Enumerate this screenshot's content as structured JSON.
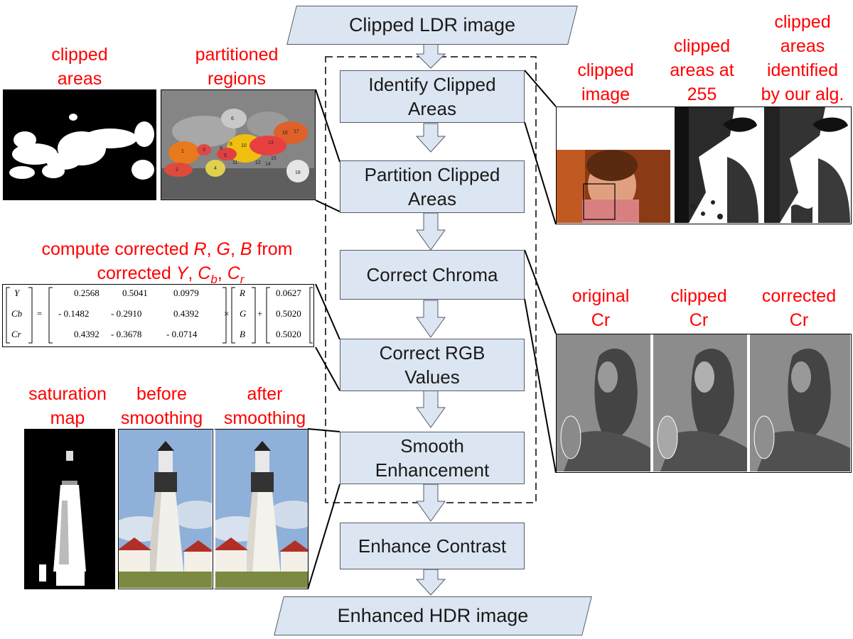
{
  "flow": {
    "input": "Clipped LDR image",
    "output": "Enhanced HDR image",
    "steps": [
      "Identify Clipped\nAreas",
      "Partition Clipped\nAreas",
      "Correct Chroma",
      "Correct RGB\nValues",
      "Smooth\nEnhancement",
      "Enhance Contrast"
    ]
  },
  "labels": {
    "clipped_areas": "clipped\nareas",
    "partitioned_regions": "partitioned\nregions",
    "clipped_image": "clipped\nimage",
    "clipped_at_255": "clipped\nareas at\n255",
    "identified": "clipped\nareas\nidentified\nby our alg.",
    "compute_prefix": "compute corrected ",
    "compute_R": "R",
    "compute_G": "G",
    "compute_B": "B",
    "compute_from": " from",
    "corrected_prefix": "corrected ",
    "Y": "Y",
    "C": "C",
    "b": "b",
    "r": "r",
    "comma": ", ",
    "original_cr": "original\nCr",
    "clipped_cr": "clipped\nCr",
    "corrected_cr": "corrected\nCr",
    "saturation_map": "saturation\nmap",
    "before_smoothing": "before\nsmoothing",
    "after_smoothing": "after\nsmoothing"
  },
  "equation": {
    "lhs": [
      "Y",
      "Cb",
      "Cr"
    ],
    "matrix": [
      [
        "0.2568",
        "0.5041",
        "0.0979"
      ],
      [
        "- 0.1482",
        "- 0.2910",
        "0.4392"
      ],
      [
        "0.4392",
        "- 0.3678",
        "- 0.0714"
      ]
    ],
    "rgb": [
      "R",
      "G",
      "B"
    ],
    "offset": [
      "0.0627",
      "0.5020",
      "0.5020"
    ],
    "equals": "=",
    "times": "×",
    "plus": "+"
  },
  "region_numbers": [
    "1",
    "2",
    "3",
    "4",
    "5",
    "6",
    "8",
    "9",
    "10",
    "11",
    "12",
    "13",
    "14",
    "15",
    "16",
    "17",
    "18"
  ],
  "colors": {
    "label_red": "#ff0000",
    "box_fill": "#dce6f2",
    "box_border": "#555b66"
  }
}
